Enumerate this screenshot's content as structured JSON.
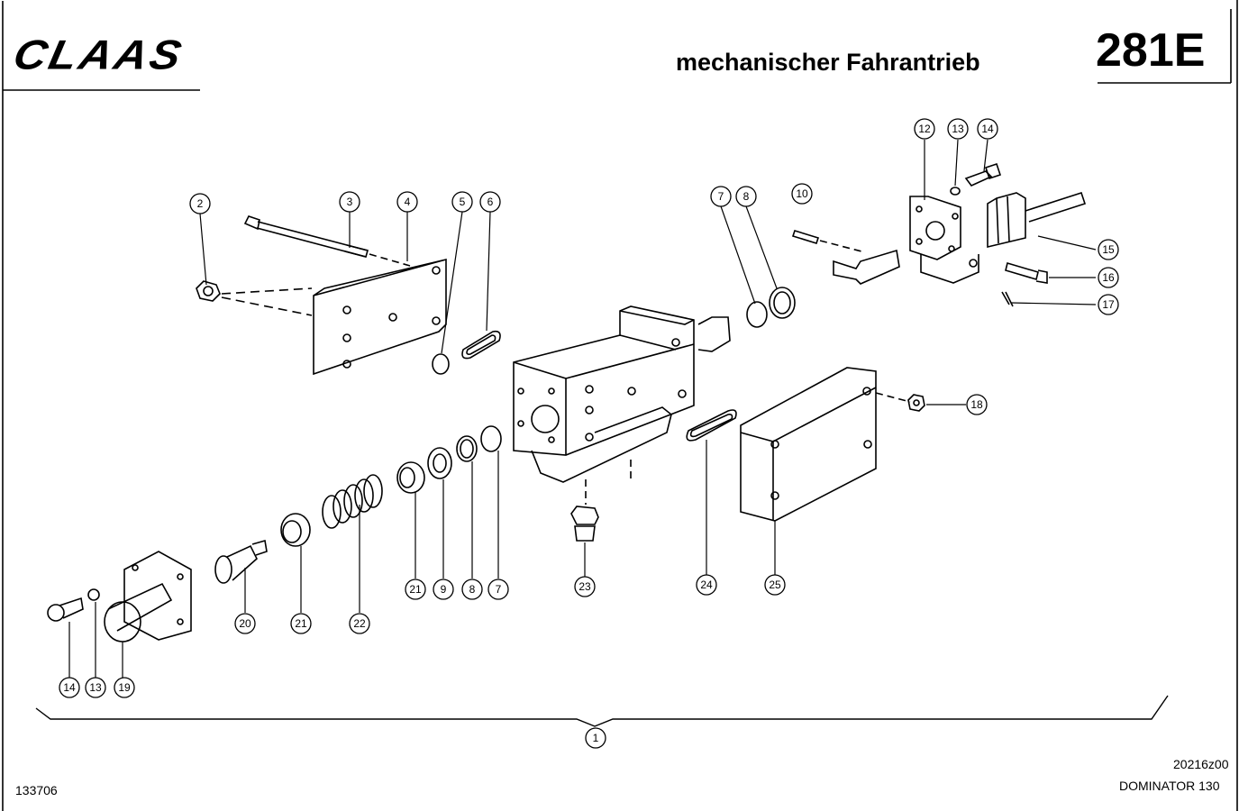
{
  "header": {
    "brand": "CLAAS",
    "title": "mechanischer Fahrantrieb",
    "page_code": "281E"
  },
  "callouts": [
    "1",
    "2",
    "3",
    "4",
    "5",
    "6",
    "7",
    "8",
    "10",
    "12",
    "13",
    "14",
    "15",
    "16",
    "17",
    "18",
    "21",
    "9",
    "8",
    "7",
    "23",
    "24",
    "25",
    "20",
    "21",
    "22",
    "14",
    "13",
    "19"
  ],
  "footer": {
    "left_code": "133706",
    "drawing_code": "20216z00",
    "model": "DOMINATOR 130"
  }
}
